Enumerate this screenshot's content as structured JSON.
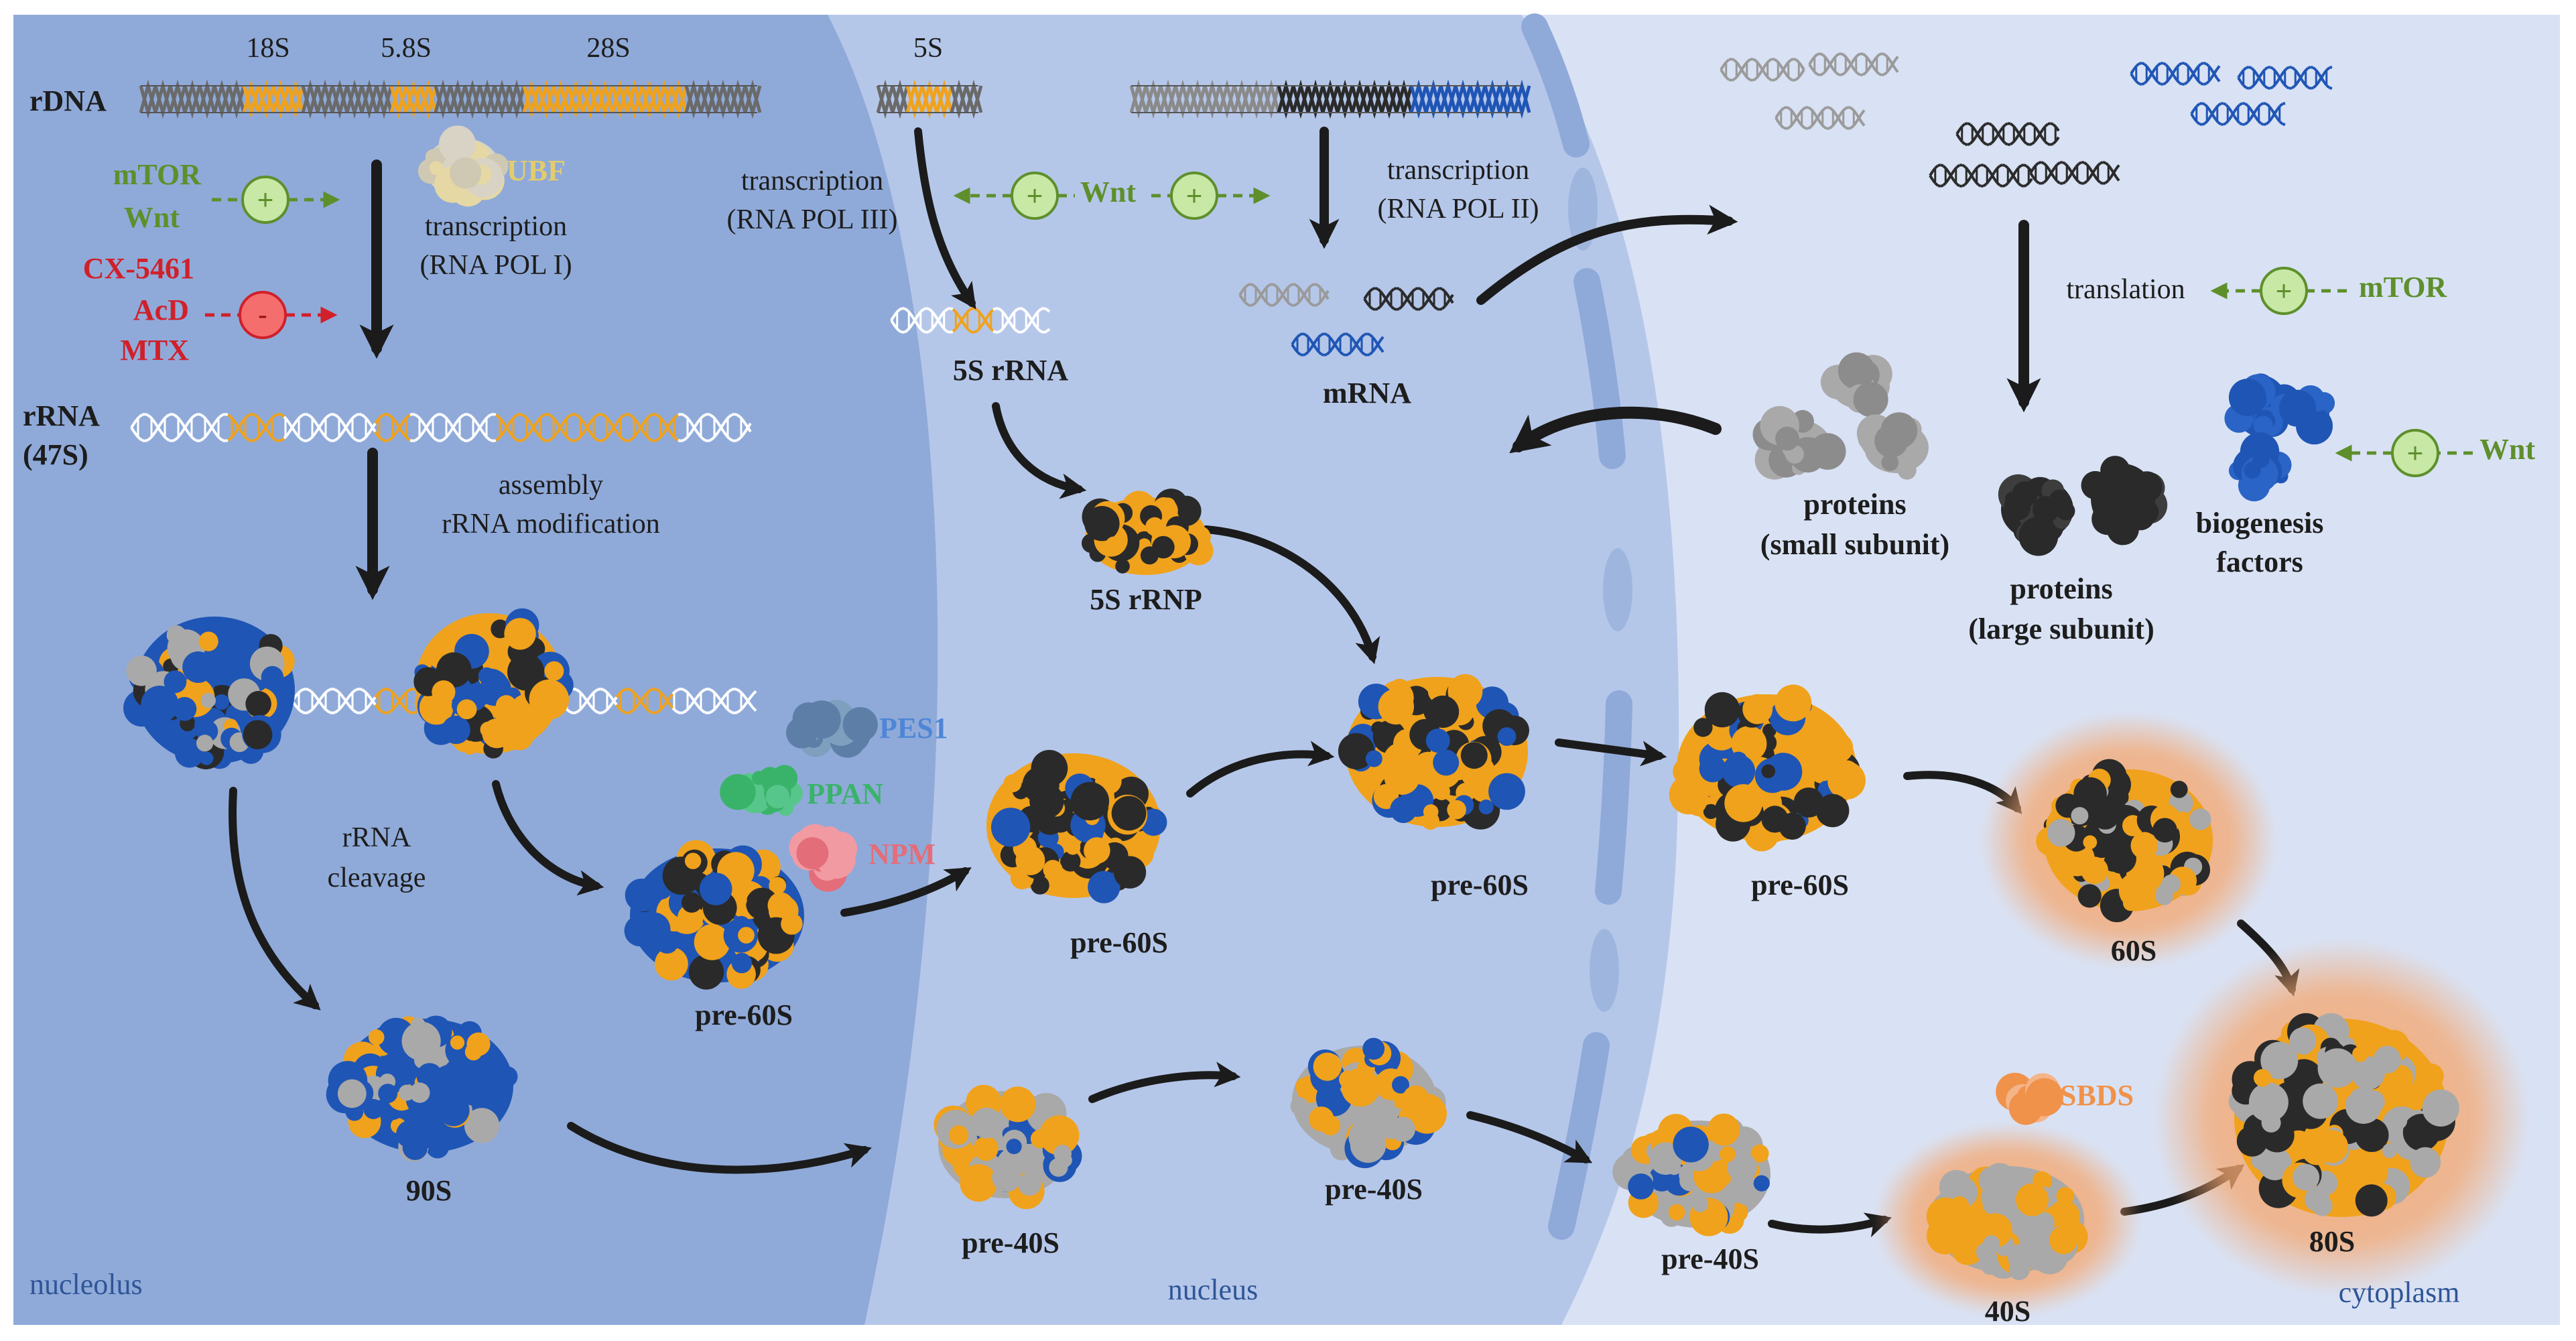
{
  "colors": {
    "nucleolus_fill": "#8faad9",
    "nucleus_fill": "#b5c7e9",
    "cytoplasm_fill": "#d9e2f4",
    "envelope": "#8faad9",
    "rrna_orange": "#f0a21c",
    "protein_blue": "#1f55b5",
    "protein_black": "#2a2a2a",
    "protein_gray": "#a9a9a9",
    "activator_green": "#5e8f2c",
    "activator_fill": "#c8e8a6",
    "inhibitor_red": "#d0202a",
    "inhibitor_fill": "#f56e6e",
    "ubf_yellow": "#e3cd6b",
    "pes1_blue": "#4e86d6",
    "ppan_green": "#3ab36a",
    "npm_pink": "#e36d79",
    "sbds_orange": "#f0924a",
    "glow": "#f4a872"
  },
  "compartments": {
    "nucleolus": "nucleolus",
    "nucleus": "nucleus",
    "cytoplasm": "cytoplasm"
  },
  "rdna": {
    "label": "rDNA",
    "s18": "18S",
    "s58": "5.8S",
    "s28": "28S",
    "s5": "5S"
  },
  "pol1": {
    "activators": [
      "mTOR",
      "Wnt"
    ],
    "inhibitors": [
      "CX-5461",
      "AcD",
      "MTX"
    ],
    "ubf": "UBF",
    "transcription": "transcription",
    "polymerase": "(RNA POL I)"
  },
  "rrna47": {
    "label1": "rRNA",
    "label2": "(47S)"
  },
  "assembly": {
    "line1": "assembly",
    "line2": "rRNA modification"
  },
  "cleavage": {
    "line1": "rRNA",
    "line2": "cleavage"
  },
  "pol3": {
    "transcription": "transcription",
    "polymerase": "(RNA POL III)",
    "product": "5S rRNA",
    "rnp": "5S rRNP"
  },
  "pol2": {
    "transcription": "transcription",
    "polymerase": "(RNA POL II)",
    "product": "mRNA"
  },
  "wnt_center": "Wnt",
  "factors": {
    "pes1": "PES1",
    "ppan": "PPAN",
    "npm": "NPM"
  },
  "translation": {
    "label": "translation",
    "activator": "mTOR"
  },
  "proteins": {
    "small_line1": "proteins",
    "small_line2": "(small subunit)",
    "large_line1": "proteins",
    "large_line2": "(large subunit)",
    "biogenesis_line1": "biogenesis",
    "biogenesis_line2": "factors",
    "biogenesis_activator": "Wnt"
  },
  "particles": {
    "p90s": "90S",
    "pre60s_a": "pre-60S",
    "pre60s_b": "pre-60S",
    "pre60s_c": "pre-60S",
    "pre60s_d": "pre-60S",
    "s60": "60S",
    "pre40s_a": "pre-40S",
    "pre40s_b": "pre-40S",
    "pre40s_c": "pre-40S",
    "s40": "40S",
    "s80": "80S",
    "sbds": "SBDS"
  },
  "symbols": {
    "plus": "+",
    "minus": "-"
  }
}
